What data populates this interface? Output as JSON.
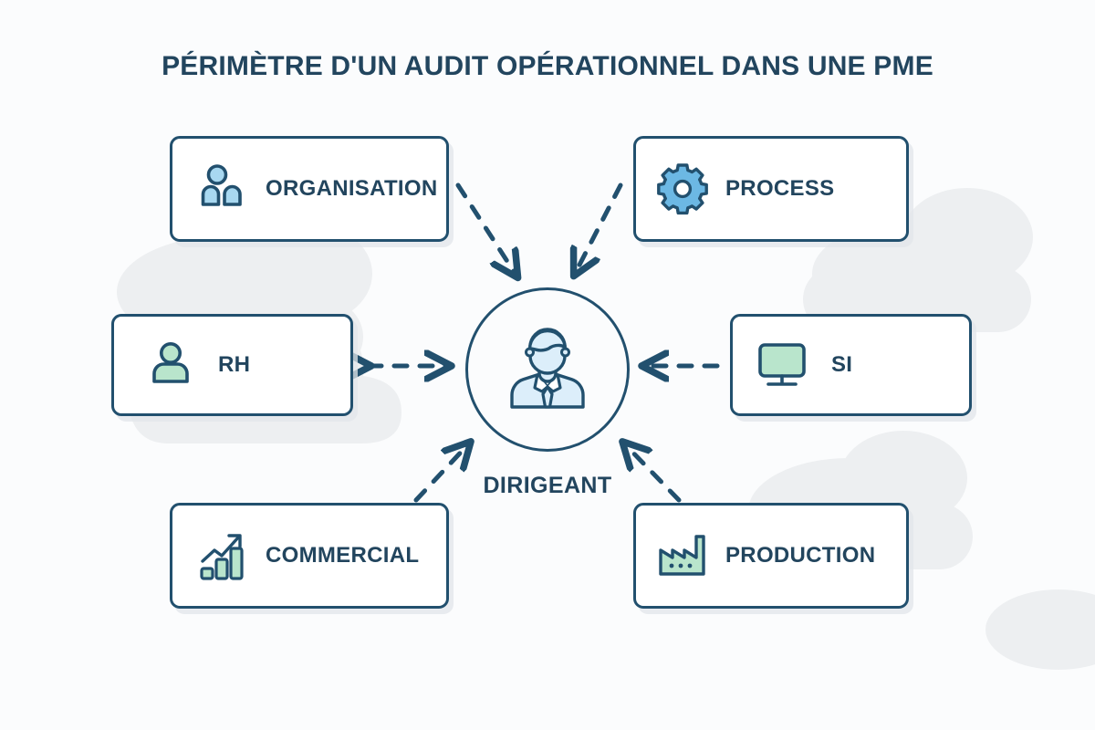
{
  "page": {
    "title": "PÉRIMÈTRE D'UN AUDIT OPÉRATIONNEL DANS UNE PME",
    "background_color": "#fbfcfd",
    "cloud_color": "#edeff1"
  },
  "theme": {
    "stroke": "#22506e",
    "text": "#22455e",
    "icon_blue_fill": "#a8d8f0",
    "icon_green_fill": "#b9e5cc",
    "icon_pale_blue_fill": "#dceefa"
  },
  "center": {
    "label": "DIRIGEANT",
    "icon": "businessman-icon",
    "shape": "circle"
  },
  "nodes": [
    {
      "id": "organisation",
      "label": "ORGANISATION",
      "icon": "people-group-icon",
      "icon_color": "#a8d8f0",
      "position": "top-left"
    },
    {
      "id": "process",
      "label": "PROCESS",
      "icon": "gear-icon",
      "icon_color": "#a8d8f0",
      "position": "top-right"
    },
    {
      "id": "rh",
      "label": "RH",
      "icon": "person-icon",
      "icon_color": "#b9e5cc",
      "position": "middle-left"
    },
    {
      "id": "si",
      "label": "SI",
      "icon": "monitor-icon",
      "icon_color": "#b9e5cc",
      "position": "middle-right"
    },
    {
      "id": "commercial",
      "label": "COMMERCIAL",
      "icon": "growth-chart-icon",
      "icon_color": "#b9e5cc",
      "position": "bottom-left"
    },
    {
      "id": "production",
      "label": "PRODUCTION",
      "icon": "factory-icon",
      "icon_color": "#b9e5cc",
      "position": "bottom-right"
    }
  ],
  "connectors": [
    {
      "from": "organisation",
      "to": "center",
      "style": "dashed",
      "direction": "one-way"
    },
    {
      "from": "process",
      "to": "center",
      "style": "dashed",
      "direction": "one-way"
    },
    {
      "from": "rh",
      "to": "center",
      "style": "dashed",
      "direction": "two-way"
    },
    {
      "from": "si",
      "to": "center",
      "style": "dashed",
      "direction": "one-way"
    },
    {
      "from": "commercial",
      "to": "center",
      "style": "dashed",
      "direction": "one-way"
    },
    {
      "from": "production",
      "to": "center",
      "style": "dashed",
      "direction": "one-way"
    }
  ]
}
